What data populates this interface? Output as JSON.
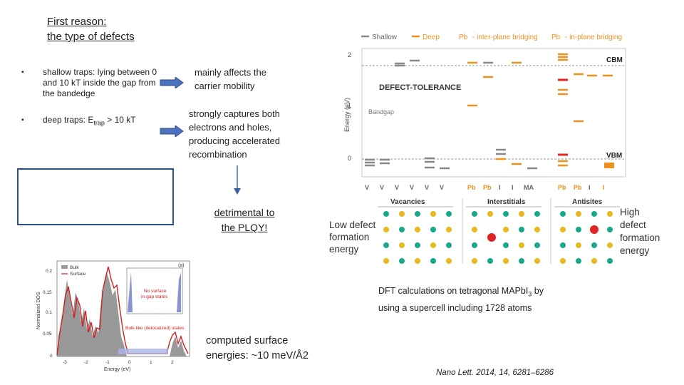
{
  "heading": {
    "line1": "First reason:",
    "line2": "the type of defects"
  },
  "bullets": [
    {
      "text": "shallow traps: lying between 0 and 10 kT inside the gap from the bandedge"
    },
    {
      "text_prefix": "deep traps: E",
      "text_sub": "trap",
      "text_suffix": " > 10 kT"
    }
  ],
  "notes": {
    "mobility": "mainly affects the carrier mobility",
    "deep": "strongly captures both electrons and holes, producing accelerated recombination",
    "detrimental_line1": "detrimental to",
    "detrimental_line2": "the PLQY!",
    "surface_line1": "computed surface",
    "surface_line2": "energies: ~10 meV/Å2"
  },
  "dft": {
    "line1_prefix": "DFT calculations on tetragonal MAPbI",
    "line1_sub": "3",
    "line1_suffix": " by",
    "line2": "using a supercell including 1728 atoms"
  },
  "citation": "Nano Lett. 2014, 14, 6281–6286",
  "defect_figure": {
    "legend": [
      "Shallow",
      "Deep",
      "Pb",
      "- inter-plane bridging",
      "Pb",
      "- in-plane bridging"
    ],
    "ylabel": "Energy (eV)",
    "yticks": [
      "2",
      "1",
      "0"
    ],
    "cbm": "CBM",
    "vbm": "VBM",
    "bandgap": "Bandgap",
    "tolerance": "DEFECT-TOLERANCE",
    "groups": [
      "Vacancies",
      "Interstitials",
      "Antisites"
    ],
    "low_label": [
      "Low defect",
      "formation",
      "energy"
    ],
    "high_label": [
      "High",
      "defect",
      "formation",
      "energy"
    ],
    "colors": {
      "shallow": "#888888",
      "deep": "#f0901e",
      "red": "#e02424",
      "teal": "#1aa88c",
      "yellow": "#e8b820"
    }
  },
  "dos_figure": {
    "panel": "(a)",
    "legend": [
      "Bulk",
      "Surface"
    ],
    "ylabel": "Normalized DOS",
    "xlabel": "Energy (eV)",
    "inset_note1": "No surface",
    "inset_note2": "in-gap states",
    "inset_note3": "Bulk-like (delocalized) states",
    "yticks": [
      "0.2",
      "0.15",
      "0.1",
      "0.05",
      "0"
    ],
    "xticks": [
      "-3",
      "-2",
      "-1",
      "0",
      "1",
      "2"
    ]
  }
}
